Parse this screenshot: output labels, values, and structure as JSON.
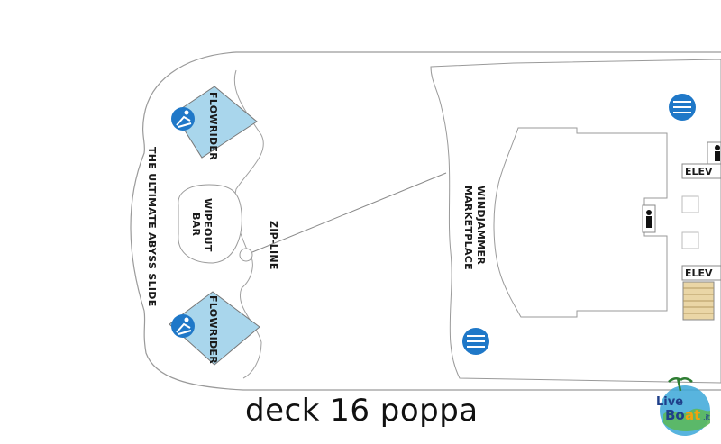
{
  "caption": "deck 16 poppa",
  "labels": {
    "abyss_slide": "THE ULTIMATE ABYSS SLIDE",
    "flowrider_top": "FLOWRIDER",
    "flowrider_bottom": "FLOWRIDER",
    "wipeout_line1": "WIPEOUT",
    "wipeout_line2": "BAR",
    "zip_line": "ZIP-LINE",
    "windjammer_line1": "WINDJAMMER",
    "windjammer_line2": "MARKETPLACE",
    "elevator_top": "ELEV",
    "elevator_bottom": "ELEV"
  },
  "logo": {
    "line1": "Live",
    "line2": "Bo",
    "line3": "at",
    "suffix": ".it"
  },
  "colors": {
    "outline": "#9a9a9a",
    "pool": "#a9d6ec",
    "icon_blue": "#1f78c8",
    "stairs": "#ead6a6"
  }
}
